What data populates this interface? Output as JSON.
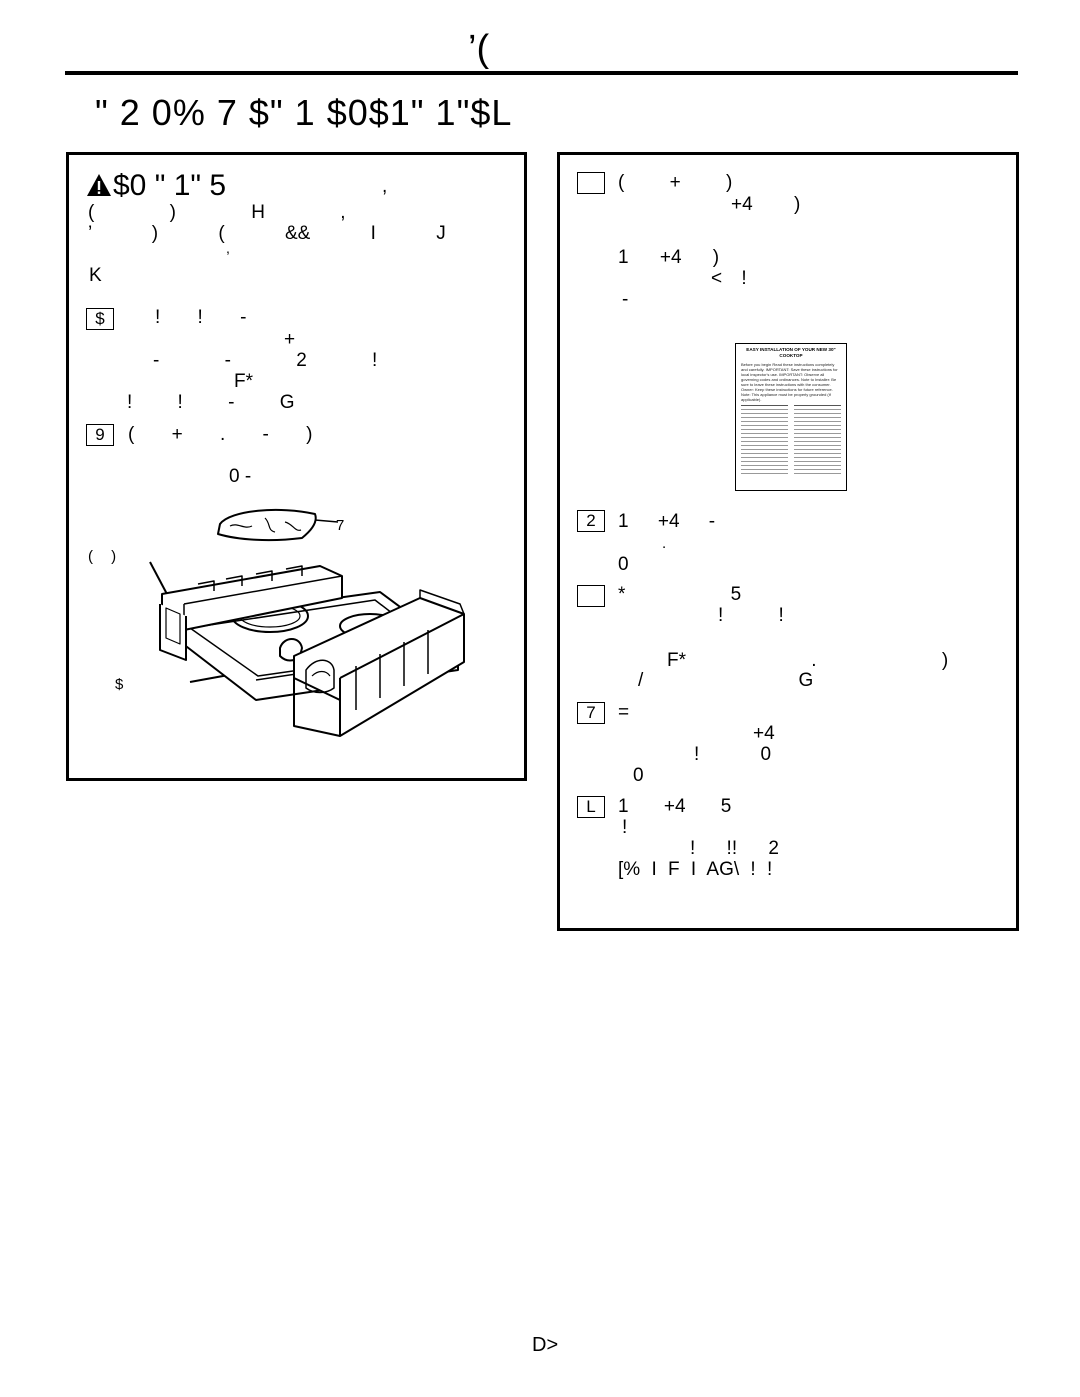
{
  "header": {
    "title": "’("
  },
  "section": {
    "title": "\" 2 0% 7 $\" 1 $0$1\" 1\"$L"
  },
  "left_box": {
    "warning_title": "$0 \" 1\" 5",
    "warning_title_tail": ",",
    "lines": [
      "( ) H ,",
      "’ ) ( && I J",
      ",",
      "K"
    ],
    "step_a": {
      "number": "$",
      "lines": [
        "! ! -",
        "+",
        "- - 2 !",
        "F*",
        "! ! - G"
      ]
    },
    "step_b": {
      "number": "9",
      "lines": [
        "( + . - )",
        "0 -"
      ]
    },
    "illustration": {
      "label_packet": "7",
      "label_top": "( )",
      "label_side": "$"
    }
  },
  "right_box": {
    "step1": {
      "number": "",
      "lines": [
        "( + )",
        "+4 )",
        "1 +4 )",
        "< !",
        "-"
      ]
    },
    "manual": {
      "title": "EASY INSTALLATION OF YOUR NEW 30\" COOKTOP",
      "body": "Before you begin Read these instructions completely and carefully. IMPORTANT: Save these instructions for local inspector's use. IMPORTANT: Observe all governing codes and ordinances. Note to Installer: Be sure to leave these instructions with the consumer. Owner: Keep these instructions for future reference. Note: This appliance must be properly grounded (if applicable)."
    },
    "step2": {
      "number": "2",
      "lines": [
        "1 +4 -",
        ".",
        "0"
      ]
    },
    "step3": {
      "number": "",
      "lines": [
        "* 5",
        "! !",
        "F* . )",
        "/ G"
      ]
    },
    "step4": {
      "number": "7",
      "lines": [
        "=",
        "+4",
        "! 0",
        "0"
      ]
    },
    "step5": {
      "number": "L",
      "lines": [
        "1 +4 5",
        "!",
        "! !! 2",
        "[% I F I AG\\ ! !"
      ]
    }
  },
  "footer": {
    "page": "D>"
  }
}
